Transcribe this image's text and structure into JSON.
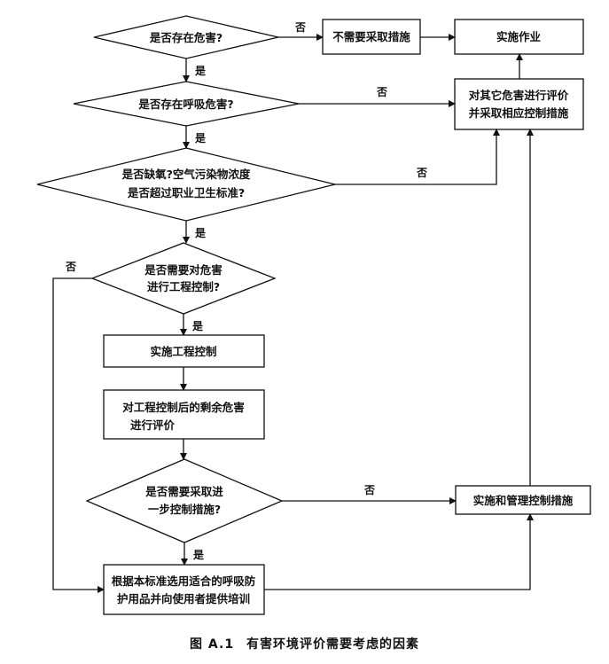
{
  "nodes": {
    "d1": "是否存在危害?",
    "r_no_measure": "不需要采取措施",
    "r_implement": "实施作业",
    "d2": "是否存在呼吸危害?",
    "r_eval_other": [
      "对其它危害进行评价",
      "并采取相应控制措施"
    ],
    "d3": [
      "是否缺氧?空气污染物浓度",
      "是否超过职业卫生标准?"
    ],
    "d4": [
      "是否需要对危害",
      "进行工程控制?"
    ],
    "r_eng": "实施工程控制",
    "r_residual": [
      "对工程控制后的剩余危害",
      "进行评价"
    ],
    "d5": [
      "是否需要采取进",
      "一步控制措施?"
    ],
    "r_manage": "实施和管理控制措施",
    "r_select": [
      "根据本标准选用适合的呼吸防",
      "护用品并向使用者提供培训"
    ]
  },
  "edges": {
    "yes": "是",
    "no": "否"
  },
  "caption": {
    "figure_no": "图 A.1",
    "title": "有害环境评价需要考虑的因素"
  }
}
